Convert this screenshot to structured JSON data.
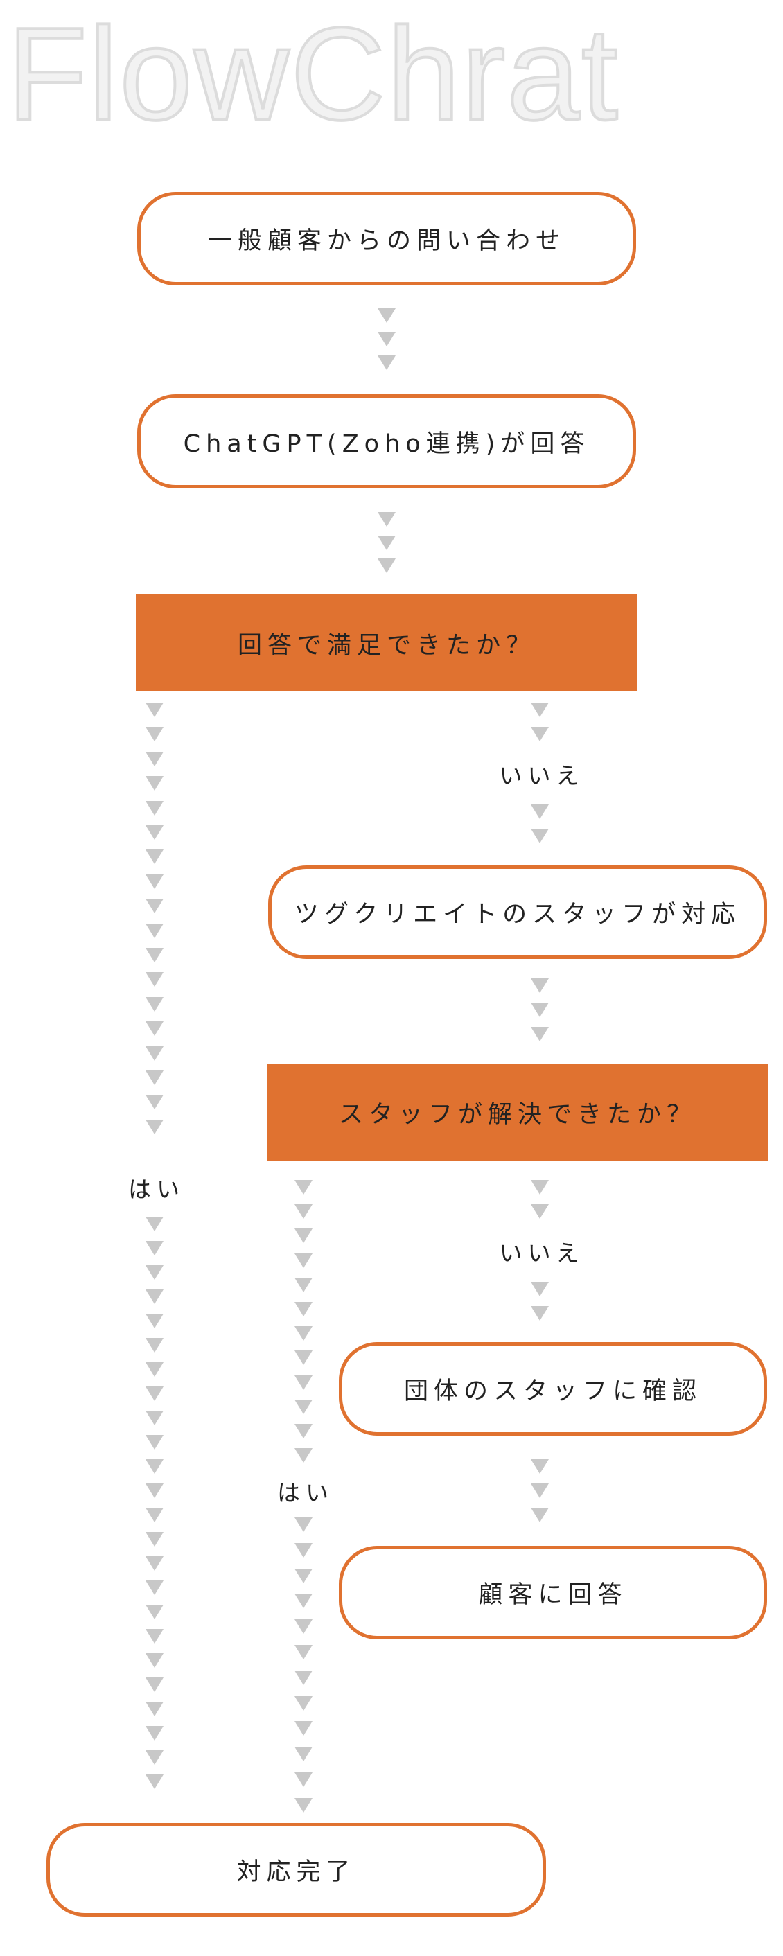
{
  "title": "FlowChrat",
  "colors": {
    "accent": "#e07230",
    "arrow": "#c8c8c8",
    "title_outline": "#e6e6e6"
  },
  "nodes": {
    "inquiry": "一般顧客からの問い合わせ",
    "chatgpt": "ChatGPT(Zoho連携)が回答",
    "decision1": "回答で満足できたか？",
    "staff": "ツグクリエイトのスタッフが対応",
    "decision2": "スタッフが解決できたか？",
    "org_staff": "団体のスタッフに確認",
    "reply": "顧客に回答",
    "done": "対応完了"
  },
  "labels": {
    "yes": "はい",
    "no": "いいえ"
  }
}
